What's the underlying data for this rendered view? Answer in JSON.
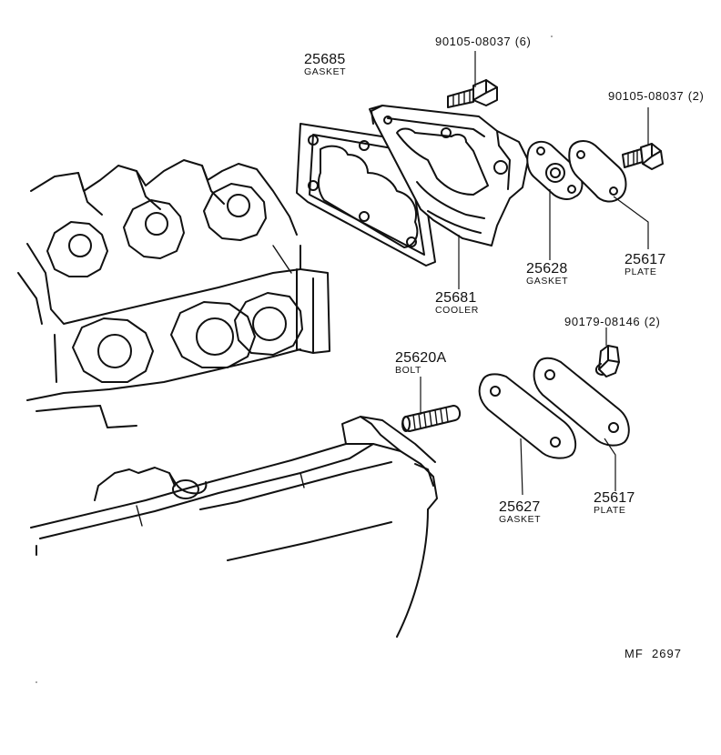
{
  "callouts": {
    "gasket_25685": {
      "part_no": "25685",
      "name": "GASKET"
    },
    "bolt_top": {
      "part_no": "90105-08037",
      "qty": "(6)"
    },
    "bolt_right": {
      "part_no": "90105-08037",
      "qty": "(2)"
    },
    "cooler_25681": {
      "part_no": "25681",
      "name": "COOLER"
    },
    "gasket_25628": {
      "part_no": "25628",
      "name": "GASKET"
    },
    "plate_upper": {
      "part_no": "25617",
      "name": "PLATE"
    },
    "clip_90179": {
      "part_no": "90179-08146",
      "qty": "(2)"
    },
    "bolt_25620A": {
      "part_no": "25620A",
      "name": "BOLT"
    },
    "gasket_25627": {
      "part_no": "25627",
      "name": "GASKET"
    },
    "plate_lower": {
      "part_no": "25617",
      "name": "PLATE"
    }
  },
  "figure_ref": {
    "prefix": "MF",
    "number": "2697"
  }
}
